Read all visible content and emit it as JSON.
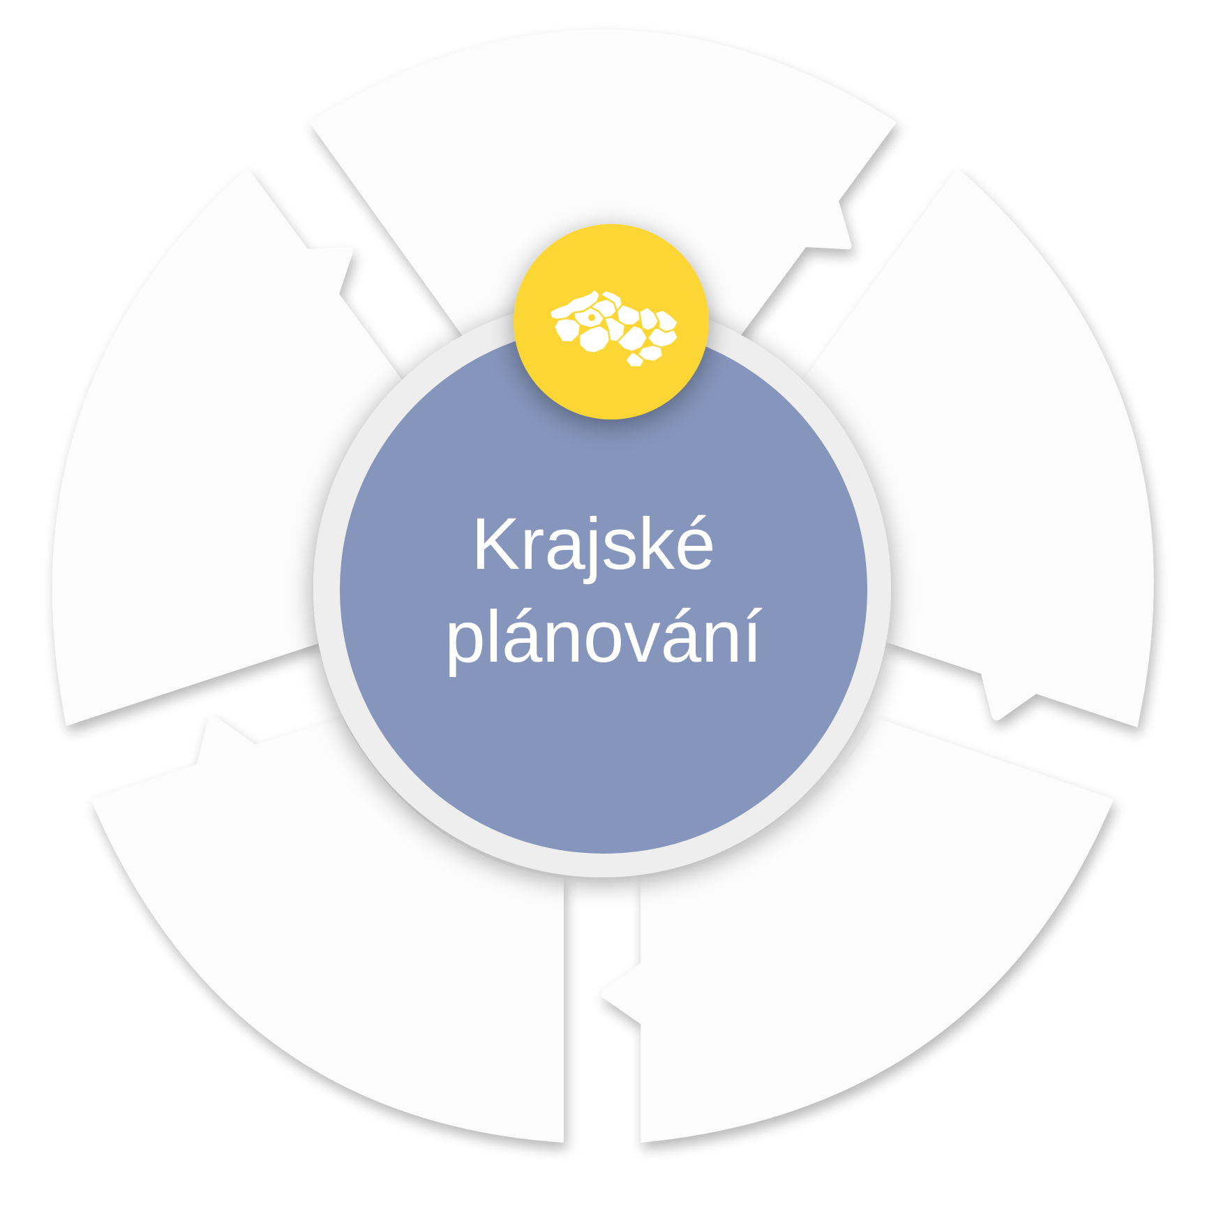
{
  "diagram": {
    "title_lines": [
      "Krajské",
      "plánování"
    ],
    "icon": "czech-regions-map-icon",
    "segment_count": 5,
    "colors": {
      "background": "#ffffff",
      "segment_fill": "#fcfcfc",
      "center_fill": "#8595bb",
      "center_text": "#ffffff",
      "badge_fill": "#fcd635",
      "badge_icon": "#ffffff"
    }
  }
}
